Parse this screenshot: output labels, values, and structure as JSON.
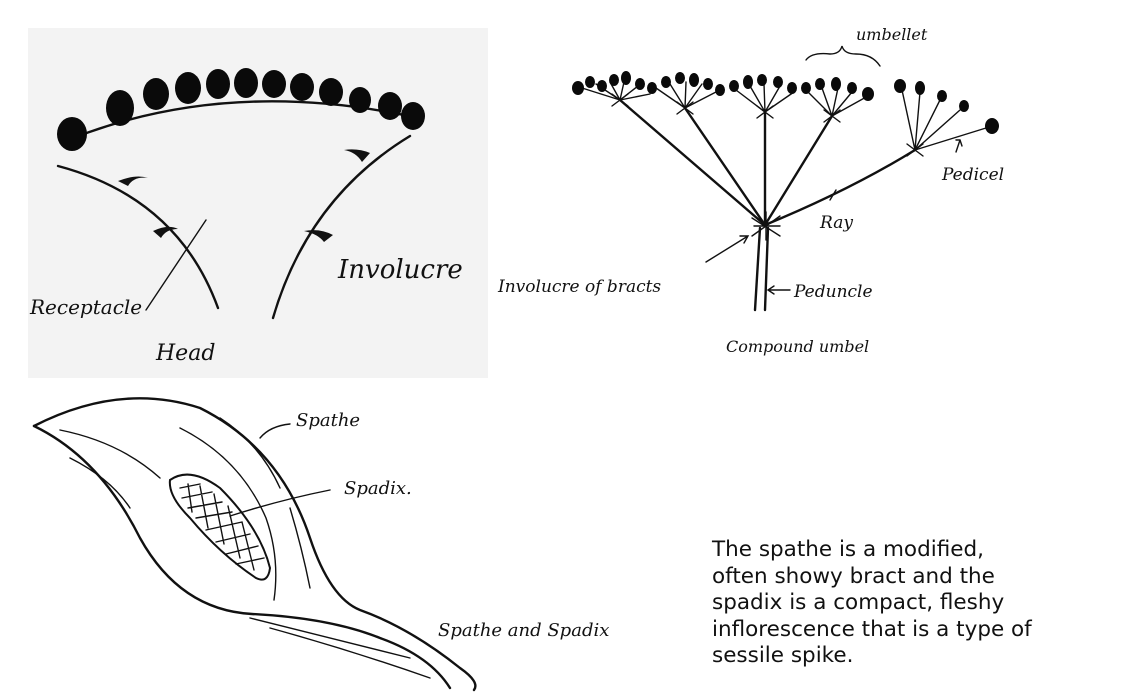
{
  "head": {
    "receptacle_label": "Receptacle",
    "involucre_label": "Involucre",
    "head_label": "Head"
  },
  "umbel": {
    "umbellet_label": "umbellet",
    "pedicel_label": "Pedicel",
    "ray_label": "Ray",
    "involucre_label": "Involucre of bracts",
    "peduncle_label": "Peduncle",
    "compound_umbel_label": "Compound umbel"
  },
  "spathe": {
    "spathe_label": "Spathe",
    "spadix_label": "Spadix.",
    "spathe_spadix_label": "Spathe and Spadix"
  },
  "caption": "The spathe is a modified, often showy bract and the spadix is a compact, fleshy inflorescence that is a type of sessile spike."
}
